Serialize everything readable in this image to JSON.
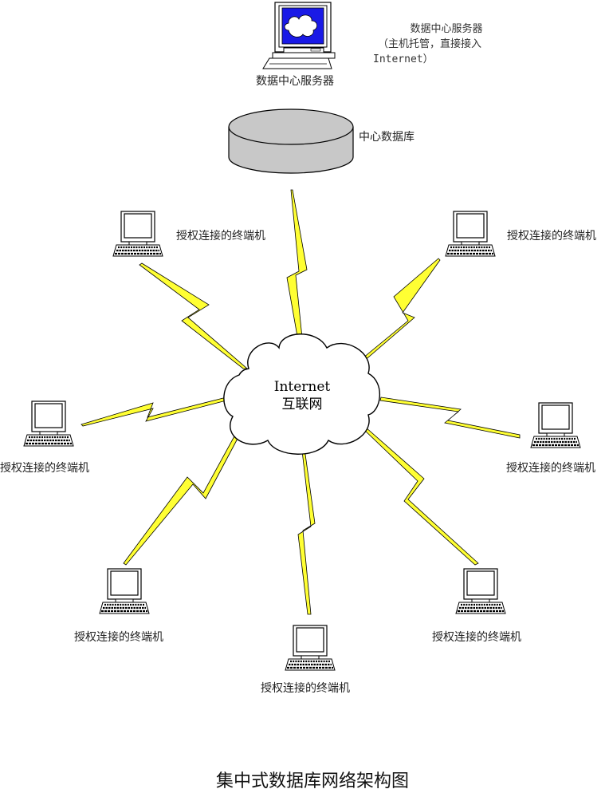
{
  "server": {
    "label": "数据中心服务器",
    "note_line1": "数据中心服务器",
    "note_line2": "（主机托管，直接接入",
    "note_line3": "Internet）"
  },
  "database": {
    "label": "中心数据库"
  },
  "cloud": {
    "line1": "Internet",
    "line2": "互联网"
  },
  "terminals": [
    {
      "label": "授权连接的终端机"
    },
    {
      "label": "授权连接的终端机"
    },
    {
      "label": "授权连接的终端机"
    },
    {
      "label": "授权连接的终端机"
    },
    {
      "label": "授权连接的终端机"
    },
    {
      "label": "授权连接的终端机"
    },
    {
      "label": "授权连接的终端机"
    }
  ],
  "caption": "集中式数据库网络架构图",
  "colors": {
    "lightning": "#ffff33",
    "server_screen": "#1a1ae6",
    "db_fill": "#c8c8c8",
    "outline": "#000000"
  }
}
